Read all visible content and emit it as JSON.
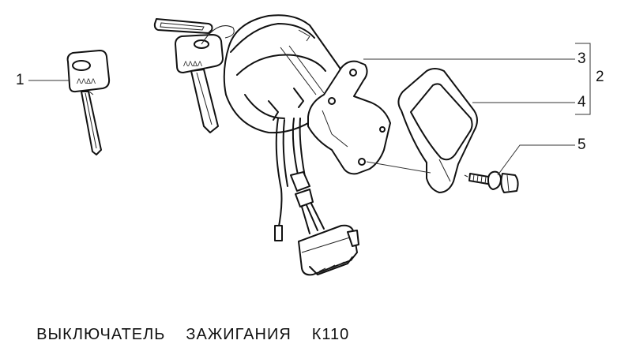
{
  "diagram": {
    "title": "ВЫКЛЮЧАТЕЛЬ ЗАЖИГАНИЯ К110",
    "title_parts": [
      "ВЫКЛЮЧАТЕЛЬ",
      "ЗАЖИГАНИЯ",
      "К110"
    ],
    "callouts": [
      {
        "id": "1",
        "label": "1",
        "part": "key"
      },
      {
        "id": "2",
        "label": "2",
        "part": "group-bracket-3-4"
      },
      {
        "id": "3",
        "label": "3",
        "part": "bracket"
      },
      {
        "id": "4",
        "label": "4",
        "part": "clamp"
      },
      {
        "id": "5",
        "label": "5",
        "part": "shear-bolt"
      }
    ],
    "key_marking": "ЛАДА",
    "components": [
      "key",
      "key-ring-with-tag-and-keys",
      "ignition-switch-body",
      "wiring-harness",
      "connector-plug",
      "single-wire-terminal",
      "bracket",
      "clamp",
      "shear-bolt"
    ]
  }
}
